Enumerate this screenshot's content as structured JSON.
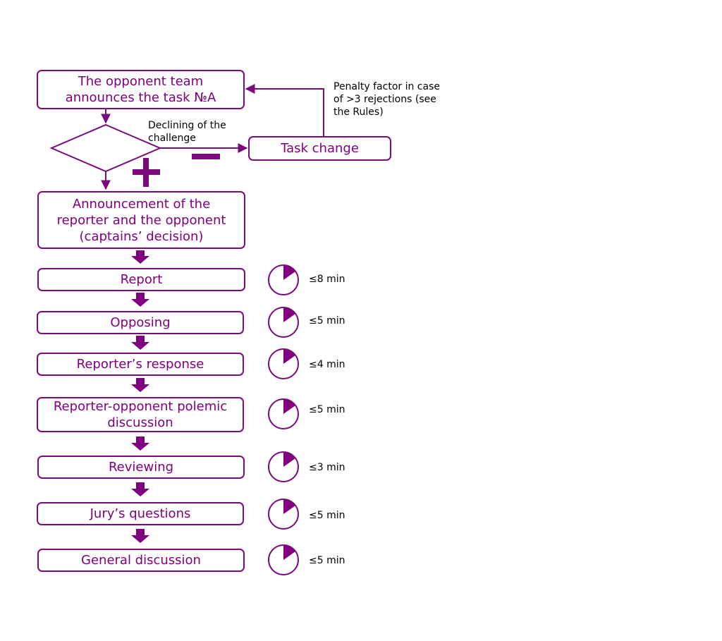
{
  "colors": {
    "accent": "#800080",
    "stroke": "#7b0a7d"
  },
  "top_box": {
    "line1": "The opponent team",
    "line2": "announces the task №A"
  },
  "declining_label": {
    "line1": "Declining of the",
    "line2": "challenge"
  },
  "task_change": "Task change",
  "penalty_note": {
    "line1": "Penalty factor in case",
    "line2": "of >3 rejections (see",
    "line3": "the Rules)"
  },
  "announcement": {
    "line1": "Announcement of the",
    "line2": "reporter and the opponent",
    "line3": "(captains’ decision)"
  },
  "stages": [
    {
      "label": "Report",
      "time": "≤8 min"
    },
    {
      "label": "Opposing",
      "time": "≤5 min"
    },
    {
      "label": "Reporter’s response",
      "time": "≤4 min"
    },
    {
      "label_line1": "Reporter-opponent polemic",
      "label_line2": "discussion",
      "time": "≤5 min"
    },
    {
      "label": "Reviewing",
      "time": "≤3 min"
    },
    {
      "label": "Jury’s questions",
      "time": "≤5 min"
    },
    {
      "label": "General discussion",
      "time": "≤5 min"
    }
  ],
  "icons": {
    "timer": "clock-timer-icon",
    "plus": "plus-icon",
    "minus": "minus-icon",
    "arrow": "down-arrow-icon"
  }
}
